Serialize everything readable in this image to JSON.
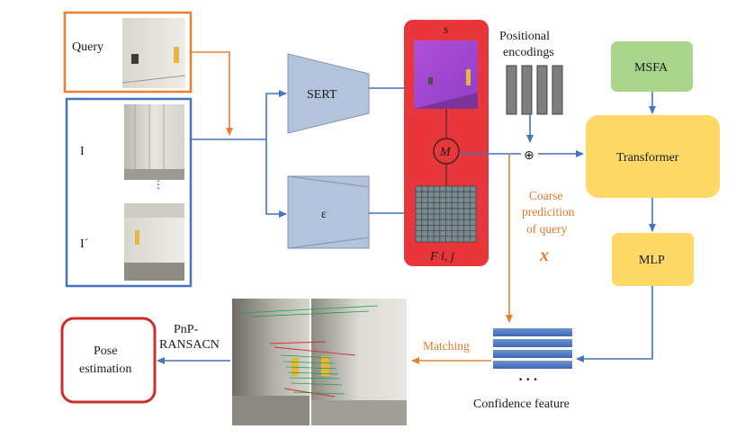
{
  "inputs": {
    "query_label": "Query",
    "i_label": "I",
    "i_prime_label": "I´",
    "dots": "⋮"
  },
  "modules": {
    "sert": "SERT",
    "epsilon": "ε",
    "s_label": "s",
    "m_label": "M",
    "f_label": "F i, j",
    "positional_encodings_line1": "Positional",
    "positional_encodings_line2": "encodings",
    "plus": "⊕",
    "msfa": "MSFA",
    "transformer": "Transformer",
    "mlp": "MLP"
  },
  "annotations": {
    "coarse_line1": "Coarse",
    "coarse_line2": "predicition",
    "coarse_line3": "of query",
    "coarse_var": "x",
    "matching": "Matching",
    "pnp_line1": "PnP-",
    "pnp_line2": "RANSACN",
    "confidence_feature": "Confidence feature",
    "confidence_dots": "• • •"
  },
  "outputs": {
    "pose_line1": "Pose",
    "pose_line2": "estimation"
  },
  "colors": {
    "orange": "#ed7d31",
    "blue": "#4472c4",
    "red_panel": "#e8363a",
    "trapezoid": "#b4c3dc",
    "msfa_green": "#a9d48c",
    "yellow": "#ffd966",
    "pose_border": "#c9302c"
  }
}
